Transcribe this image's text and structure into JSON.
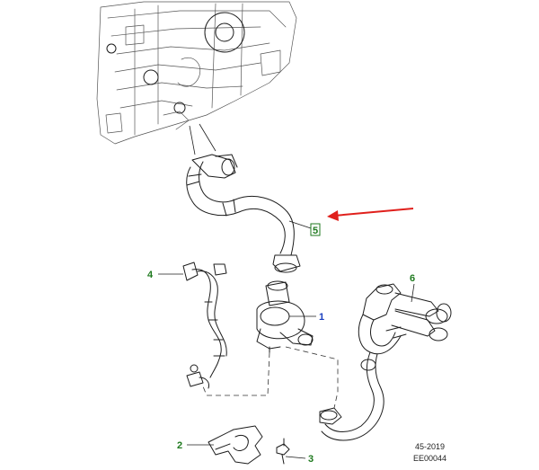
{
  "diagram": {
    "callouts": [
      {
        "id": "1",
        "label": "1",
        "color": "#1a3fbf"
      },
      {
        "id": "2",
        "label": "2",
        "color": "#1f7a1f"
      },
      {
        "id": "3",
        "label": "3",
        "color": "#1f7a1f"
      },
      {
        "id": "4",
        "label": "4",
        "color": "#1f7a1f"
      },
      {
        "id": "5",
        "label": "5",
        "color": "#1f7a1f"
      },
      {
        "id": "6",
        "label": "6",
        "color": "#1f7a1f"
      }
    ],
    "reference": {
      "line1": "45-2019",
      "line2": "EE00044"
    },
    "highlight_arrow_color": "#e0201c"
  }
}
